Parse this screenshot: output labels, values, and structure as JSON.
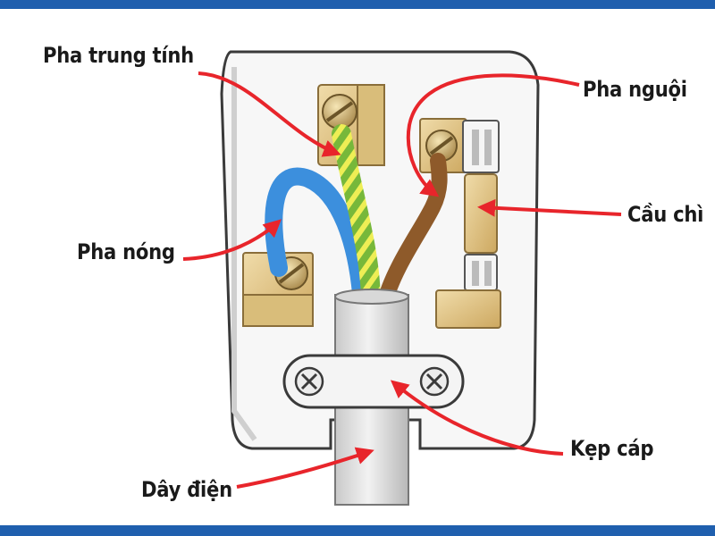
{
  "labels": {
    "neutral": "Pha trung tính",
    "cold": "Pha nguội",
    "hot": "Pha nóng",
    "fuse": "Cầu chì",
    "clamp": "Kẹp cáp",
    "cable": "Dây điện"
  },
  "colors": {
    "frame": "#1f5fae",
    "arrow": "#e8252b",
    "plug_body": "#f7f7f7",
    "plug_outline": "#3a3a3a",
    "brass": "#e0c68a",
    "blue_wire": "#3c8fdd",
    "green_yellow_wire_green": "#77b83a",
    "green_yellow_wire_yellow": "#eeee55",
    "brown_wire": "#8e5a2a",
    "cable_grey": "#e3e3e3"
  }
}
